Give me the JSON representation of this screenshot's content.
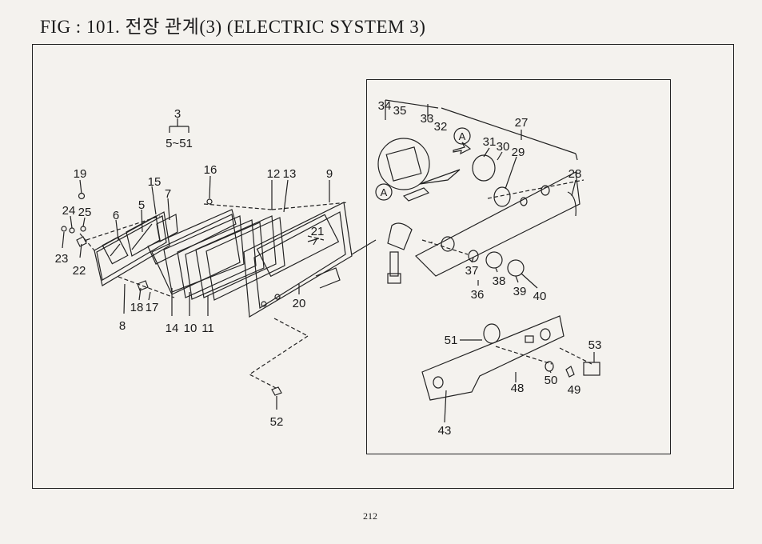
{
  "title": "FIG : 101. 전장 관계(3) (ELECTRIC SYSTEM 3)",
  "page_number": "212",
  "group_label": {
    "top": "3",
    "range": "5~51"
  },
  "view_marker": "A",
  "callouts": {
    "c3": "3",
    "c5": "5",
    "c6": "6",
    "c7": "7",
    "c8": "8",
    "c9": "9",
    "c10": "10",
    "c11": "11",
    "c12": "12",
    "c13": "13",
    "c14": "14",
    "c15": "15",
    "c16": "16",
    "c17": "17",
    "c18": "18",
    "c19": "19",
    "c20": "20",
    "c21": "21",
    "c22": "22",
    "c23": "23",
    "c24": "24",
    "c25": "25",
    "c27": "27",
    "c28": "28",
    "c29": "29",
    "c30": "30",
    "c31": "31",
    "c32": "32",
    "c33": "33",
    "c34": "34",
    "c35": "35",
    "c36": "36",
    "c37": "37",
    "c38": "38",
    "c39": "39",
    "c40": "40",
    "c43": "43",
    "c48": "48",
    "c49": "49",
    "c50": "50",
    "c51": "51",
    "c52": "52",
    "c53": "53"
  }
}
